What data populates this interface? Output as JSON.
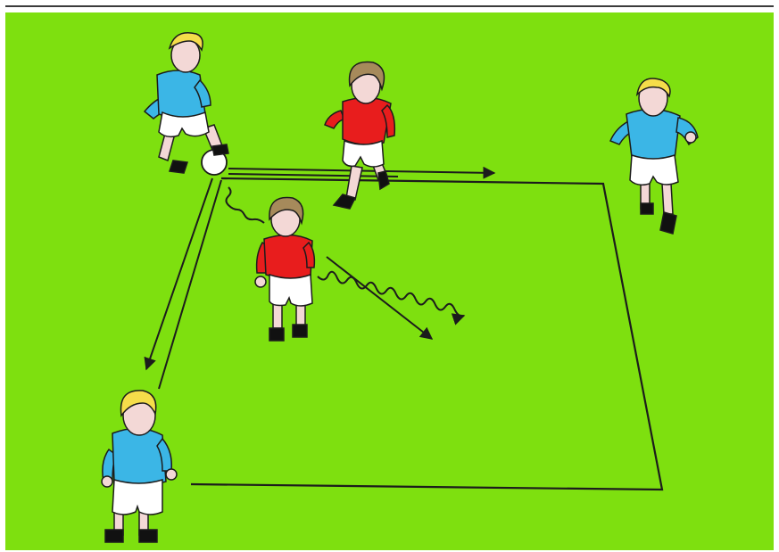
{
  "scene": {
    "pitch_color": "#7ee00f",
    "line_color": "#1c1c1c",
    "team_a_shirt": "#3bb6e6",
    "team_b_shirt": "#e81d1d",
    "shorts_color": "#ffffff",
    "ball_color": "#ffffff",
    "players": [
      {
        "team": "blue",
        "hair": "blonde",
        "role": "passer-with-ball"
      },
      {
        "team": "red",
        "hair": "brown",
        "role": "defender-running"
      },
      {
        "team": "blue",
        "hair": "blonde",
        "role": "receiver-right"
      },
      {
        "team": "red",
        "hair": "brown",
        "role": "defender-center"
      },
      {
        "team": "blue",
        "hair": "blonde",
        "role": "receiver-bottom-left"
      }
    ]
  }
}
